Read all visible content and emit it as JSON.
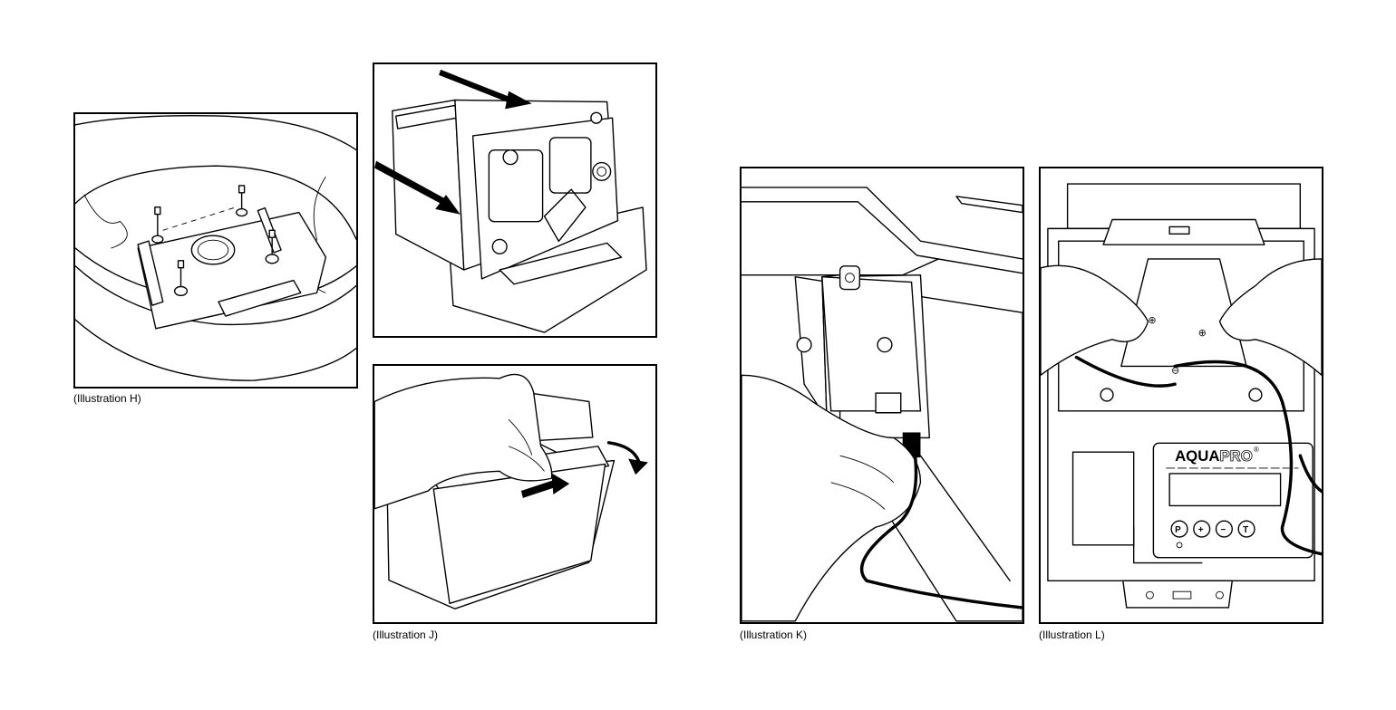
{
  "illustrations": {
    "h": {
      "caption": "(Illustration H)"
    },
    "i": {
      "caption": ""
    },
    "j": {
      "caption": "(Illustration J)"
    },
    "k": {
      "caption": "(Illustration K)"
    },
    "l": {
      "caption": "(Illustration L)"
    }
  },
  "device": {
    "brand_primary": "AQUA",
    "brand_secondary": "PRO",
    "registered_mark": "®",
    "buttons": {
      "p": "P",
      "up": "+",
      "down": "−",
      "t": "T"
    },
    "terminal_positive": "⊕",
    "terminal_negative": "⊖"
  },
  "colors": {
    "line": "#000000",
    "background": "#ffffff"
  }
}
